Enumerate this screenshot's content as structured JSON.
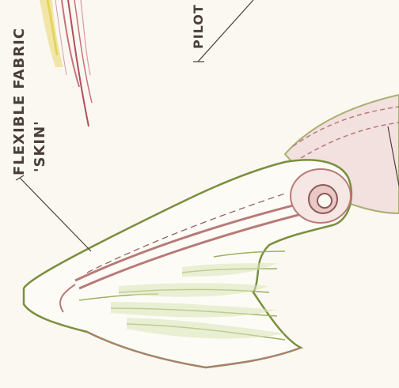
{
  "labels": {
    "fabric_line1": "FLEXIBLE FABRIC",
    "fabric_line2": "'SKIN'",
    "pilot": "PILOT"
  },
  "colors": {
    "paper": "#fbf8f2",
    "ink": "#4a3f3a",
    "skin_outline": "#7a8f3e",
    "skin_fill": "#d9e6b8",
    "bone": "#b77a78",
    "feather_red": "#b0505a",
    "feather_yellow": "#e6d35a"
  }
}
